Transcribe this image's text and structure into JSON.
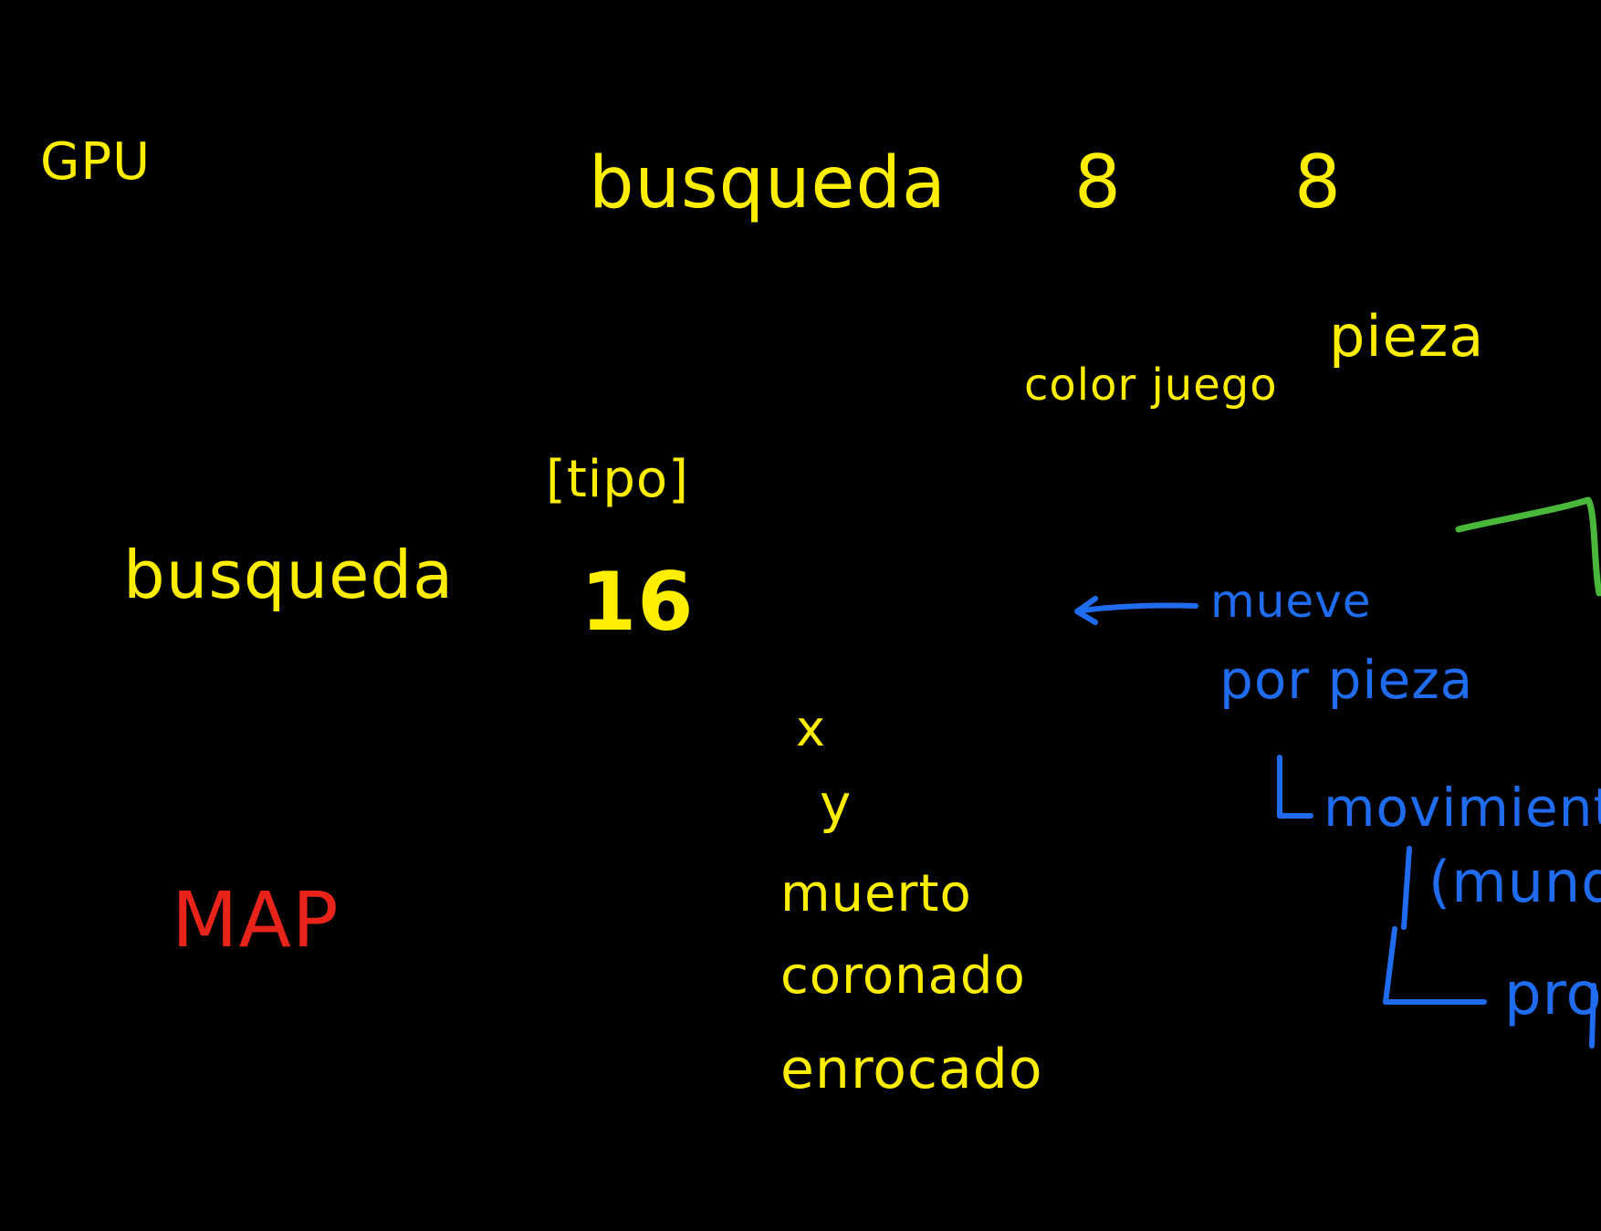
{
  "colors": {
    "background": "#000000",
    "yellow_ink": "#ffee00",
    "blue_ink": "#1f6cf0",
    "red_ink": "#e8241a",
    "green_ink": "#49b83a"
  },
  "notes": {
    "gpu": "GPU",
    "busqueda_top": "busqueda",
    "eight_a": "8",
    "eight_b": "8",
    "pieza": "pieza",
    "color_juego": "color juego",
    "tipo": "[tipo]",
    "sixteen": "16",
    "busqueda_left": "busqueda",
    "mueve": "mueve",
    "por_pieza": "por pieza",
    "x": "x",
    "y": "y",
    "muerto": "muerto",
    "coronado": "coronado",
    "enrocado": "enrocado",
    "movimiento": "movimiento",
    "mundo": "(mundo",
    "prop": "prop",
    "map": "MAP"
  }
}
